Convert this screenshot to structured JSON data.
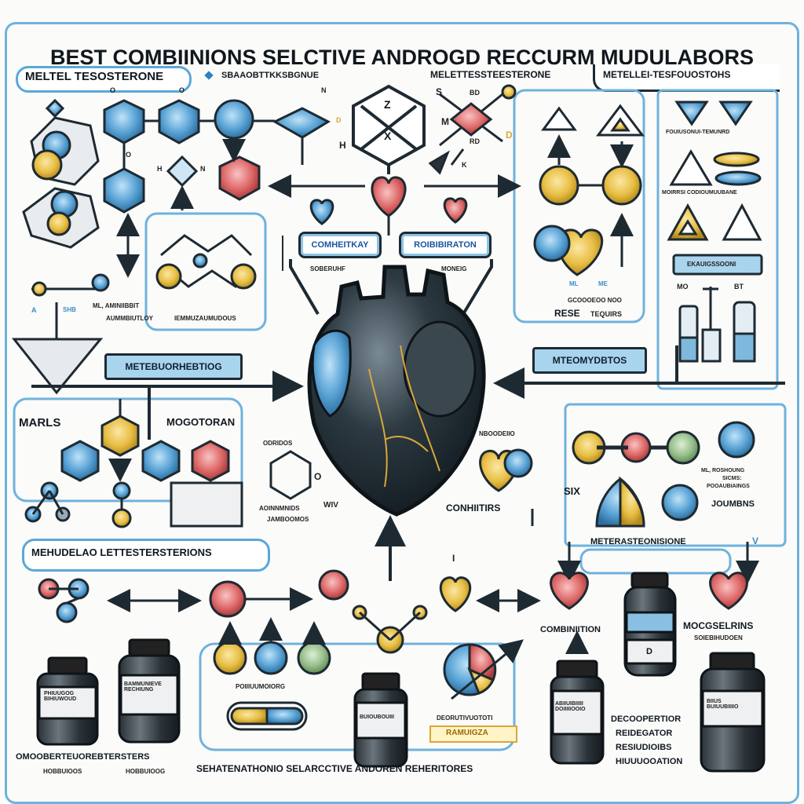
{
  "title": "BEST COMBIINIONS SELCTIVE ANDROGD RECCURM MUDULABORS",
  "top_labels": {
    "left_pill": "MELTEL TESOSTERONE",
    "left_subtitle": "SBAAOBTTKKSBGNUE",
    "right_main": "MELETTESSTEESTERONE",
    "right_pill": "METELLEI-TESFOUOSTOHS"
  },
  "molecule_atoms": {
    "o1": "O",
    "o2": "O",
    "o3": "O",
    "n1": "N",
    "h1": "H",
    "h2": "H",
    "hn": "N",
    "d1": "D",
    "s": "S",
    "bd": "BD",
    "m": "M",
    "rd": "RD",
    "k": "K",
    "d2": "D",
    "z": "Z",
    "x": "X"
  },
  "center_tags": {
    "left": "COMHEITKAY",
    "left_caption": "SOBERUHF",
    "right": "ROIBIBIRATON",
    "right_caption": "MONEIG"
  },
  "left_panel_captions": {
    "a": "A",
    "abb": "SHB",
    "line1": "ML, AMINIIBBIT",
    "line2": "AUMMBIUTLOY",
    "line3": "IEMMUZAUMUDOUS"
  },
  "right_panel_captions": {
    "triangle_top": "FOUIUSONUI-TEMUNRD",
    "triangle_mid": "MOIRRSI CODIOUMUUBANE",
    "tag": "EKAUIGSSOONI",
    "lab_l": "MO",
    "lab_r": "BT",
    "small_l": "ML",
    "small_r": "ME",
    "chain": "GCOOOEOO NOO",
    "rese": "RESE",
    "tequirs": "TEQUIRS"
  },
  "metabolic_tags": {
    "left": "METEBUORHEBTIOG",
    "right": "MTEOMYDBTOS"
  },
  "lower_left": {
    "marls": "MARLS",
    "mogotoran": "MOGOTORAN",
    "ring_label_top": "ODRIDOS",
    "ring_label_bottom1": "AOINNMNIDS",
    "ring_label_bottom2": "JAMBOOMOS",
    "wiv": "WIV",
    "o": "O"
  },
  "lower_right": {
    "heart_label": "NBOODEIIO",
    "conhiitirs": "CONHIITIRS",
    "six": "SIX",
    "ml": "ML, ROSHOUNG",
    "ml2": "SICMS:",
    "ml3": "POOAUBIAINGS",
    "joumbns": "JOUMBNS"
  },
  "bottom_section": {
    "melhudelao": "MEHUDELAO LETTESTERSTERIONS",
    "meteraste": "METERASTEONISIONE",
    "combination": "COMBINIITION",
    "mocgselrins": "MOCGSELRINS",
    "mocg_sub": "SOIEBIHUDOEN",
    "pill_caption": "POIIIUUMOIORG",
    "pie_caption": "DEORUTIVUOTOTI",
    "pie_banner": "RAMUIGZA",
    "vial_d": "D",
    "bottle1": "PHIUUGOG\nBIHIUWOUD",
    "bottle2": "BAMMUNIEVE\nRECHIUNG",
    "bottle3": "BUIOUBOUIII",
    "bottle4": "ABIIUIBIIIII\nDOIIIIIOOIO",
    "bottle5": "BIIUS\nBUIUUBIIIIO",
    "left_caption": "OMOOBERTEUOREBTERSTERS",
    "left_sub1": "HOBBUIOOS",
    "left_sub2": "HOBBUIOOG",
    "footer": "SEHATENATHONIO SELARCCTIVE ANDOREN REHERITORES",
    "decoder1": "DECOOPERTIOR",
    "decoder2": "REIDEGATOR",
    "decoder3": "RESIUDIOIBS",
    "decoder4": "HIUUUOOATION",
    "v": "V",
    "i": "I"
  },
  "colors": {
    "blue": "#5aa3d6",
    "yellow": "#e8bf45",
    "red": "#df6a6a",
    "green": "#97be8c",
    "frame": "#6fb2dc",
    "ink": "#1a2228"
  }
}
